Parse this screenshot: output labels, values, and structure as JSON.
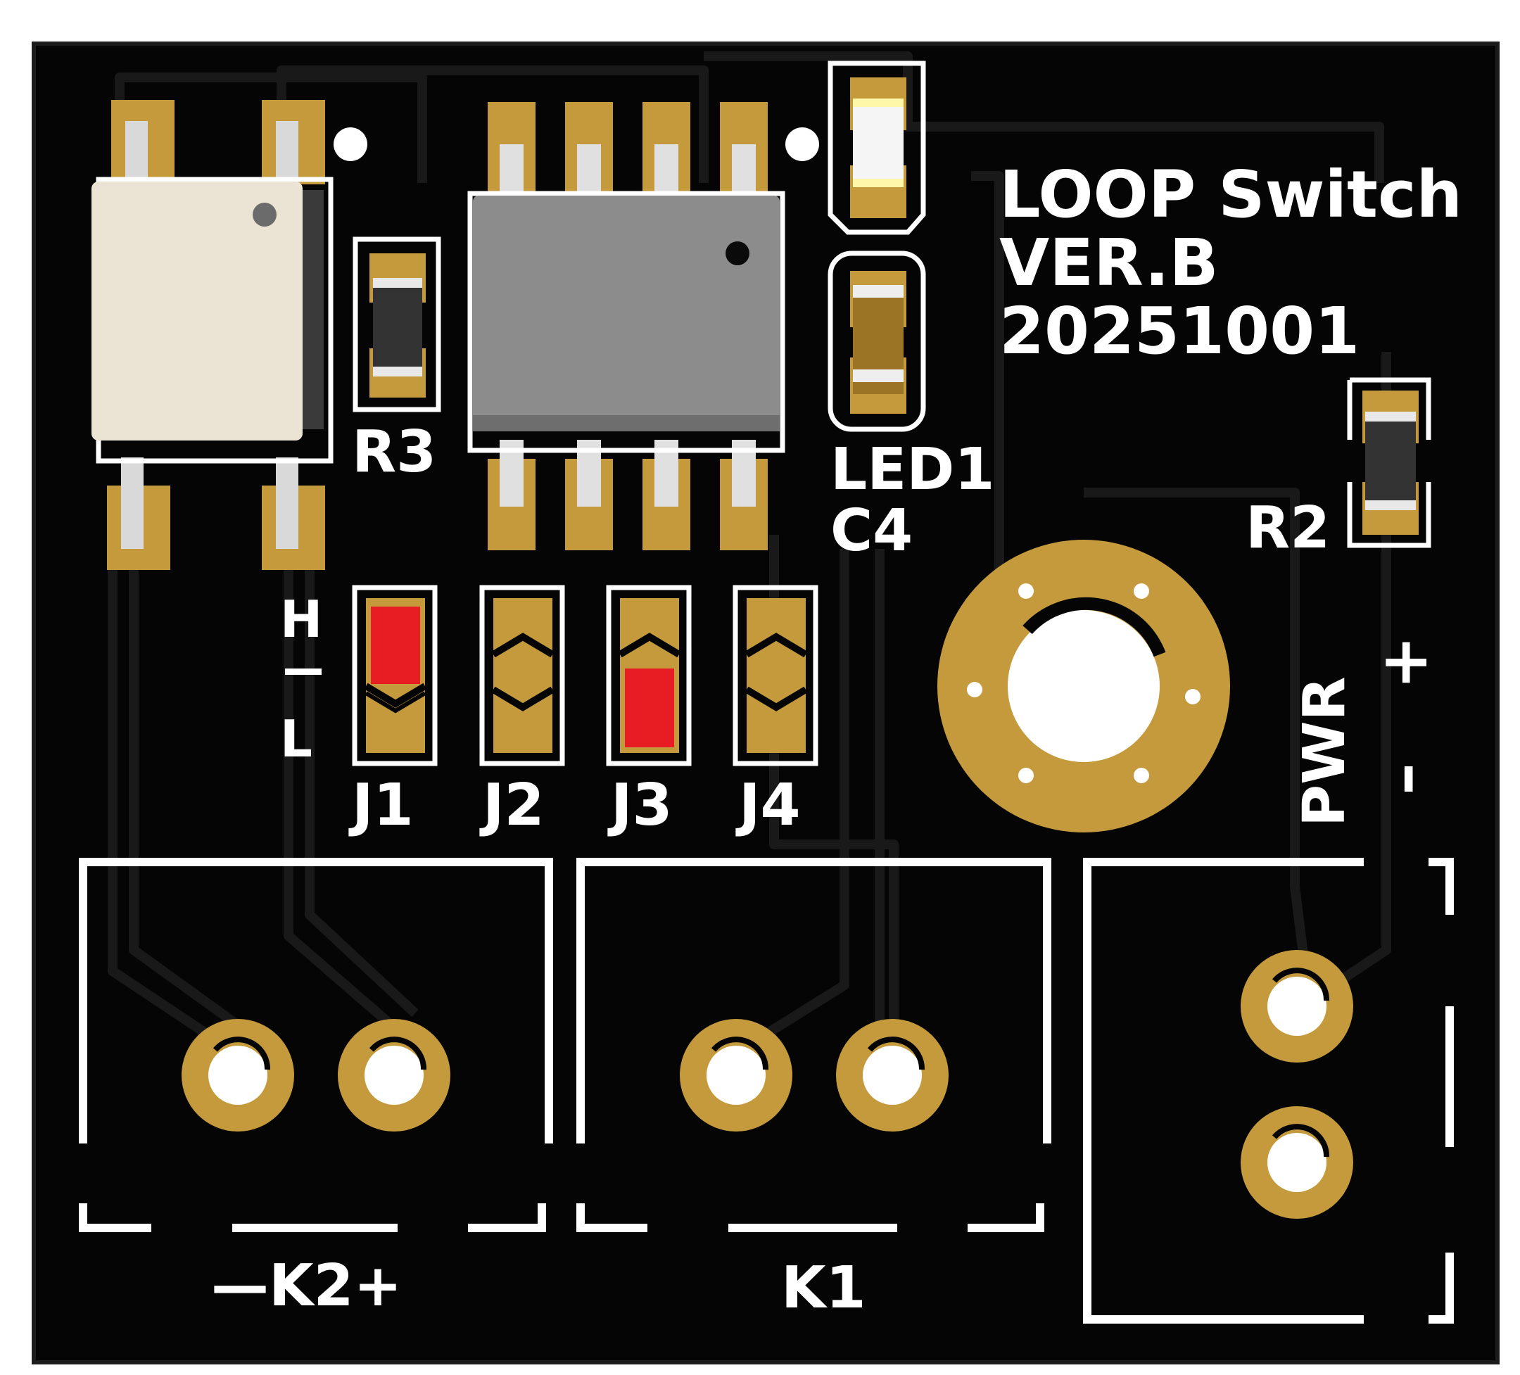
{
  "board": {
    "title_line1": "LOOP Switch",
    "title_line2": "VER.B",
    "title_line3": "20251001"
  },
  "labels": {
    "r3": "R3",
    "r2": "R2",
    "led1": "LED1",
    "c4": "C4",
    "h": "H",
    "l": "L",
    "j1": "J1",
    "j2": "J2",
    "j3": "J3",
    "j4": "J4",
    "pwr": "PWR",
    "plus": "+",
    "minus": "–",
    "k2": "—K2+",
    "k1": "K1"
  },
  "colors": {
    "board": "#050505",
    "copper_trace": "#1a1a1a",
    "pad": "#c49a3c",
    "silkscreen": "#ffffff",
    "solder_jumper": "#e81c23",
    "optocoupler_body": "#ebe4d4",
    "ic_body": "#8c8c8c"
  },
  "jumpers": {
    "j1_bridged": "H",
    "j2_bridged": "none",
    "j3_bridged": "L",
    "j4_bridged": "none"
  }
}
